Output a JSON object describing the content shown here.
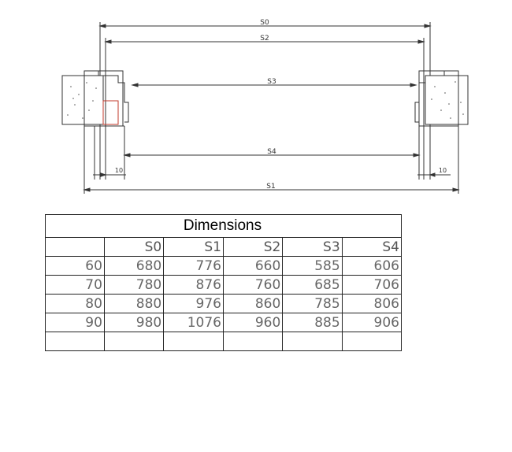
{
  "drawing": {
    "labels": {
      "s0": "S0",
      "s1": "S1",
      "s2": "S2",
      "s3": "S3",
      "s4": "S4",
      "gap_left": "10",
      "gap_right": "10"
    },
    "colors": {
      "line": "#333333",
      "accent": "#c0392b"
    }
  },
  "table": {
    "title": "Dimensions",
    "headers": [
      "",
      "S0",
      "S1",
      "S2",
      "S3",
      "S4"
    ],
    "rows": [
      [
        "60",
        "680",
        "776",
        "660",
        "585",
        "606"
      ],
      [
        "70",
        "780",
        "876",
        "760",
        "685",
        "706"
      ],
      [
        "80",
        "880",
        "976",
        "860",
        "785",
        "806"
      ],
      [
        "90",
        "980",
        "1076",
        "960",
        "885",
        "906"
      ],
      [
        "",
        "",
        "",
        "",
        "",
        ""
      ]
    ]
  }
}
